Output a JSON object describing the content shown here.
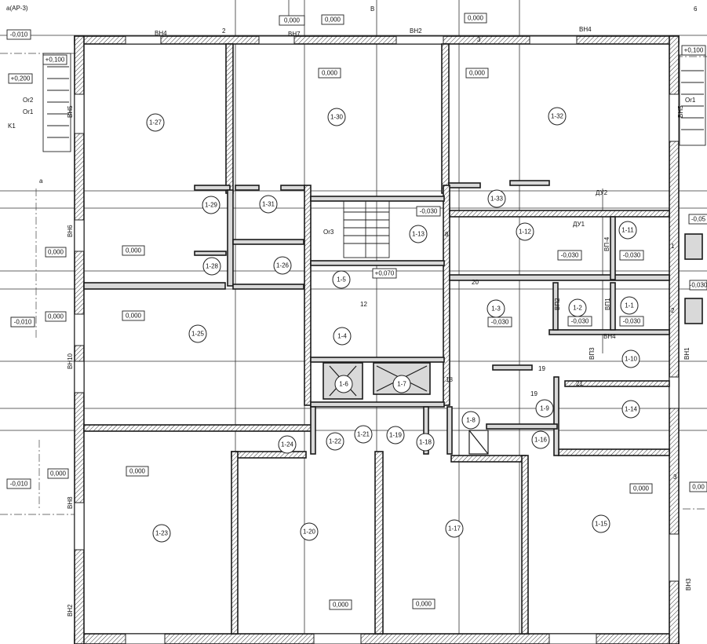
{
  "rooms": [
    "1-27",
    "1-30",
    "1-32",
    "1-29",
    "1-31",
    "1-33",
    "1-13",
    "1-12",
    "1-11",
    "1-28",
    "1-26",
    "1-5",
    "1-25",
    "1-4",
    "1-3",
    "1-2",
    "1-1",
    "1-6",
    "1-7",
    "1-10",
    "1-8",
    "1-9",
    "1-14",
    "1-24",
    "1-22",
    "1-21",
    "1-19",
    "1-18",
    "1-16",
    "1-23",
    "1-20",
    "1-17",
    "1-15"
  ],
  "levels": [
    "-0,010",
    "+0,100",
    "+0,200",
    "-0,010",
    "0,000",
    "0,000",
    "0,000",
    "0,000",
    "+0,100",
    "0,000",
    "0,000",
    "0,000",
    "-0,030",
    "-0,030",
    "-0,030",
    "+0,070",
    "0,000",
    "-0,010",
    "0,000",
    "-0,030",
    "-0,030",
    "-0,030",
    "-0,05",
    "-0,030",
    "0,000",
    "-0,010",
    "0,000",
    "0,000",
    "0,000",
    "0,000",
    "0,00"
  ],
  "labels": [
    "a(AP-3)",
    "BH4",
    "BH7",
    "BH2",
    "BH4",
    "Or2",
    "Or1",
    "K1",
    "Or1",
    "a",
    "Or3",
    "ДУ2",
    "ДУ1",
    "ВП-4",
    "ВП2",
    "ВП1",
    "BH4",
    "ВП3",
    "BH1",
    "BH6",
    "BH10",
    "BH8",
    "BH2",
    "BH3",
    "BH5",
    "BH5",
    "В",
    "2",
    "3",
    "8",
    "12",
    "20",
    "19",
    "19",
    "21",
    "18",
    "1",
    "2",
    "3",
    "6"
  ]
}
